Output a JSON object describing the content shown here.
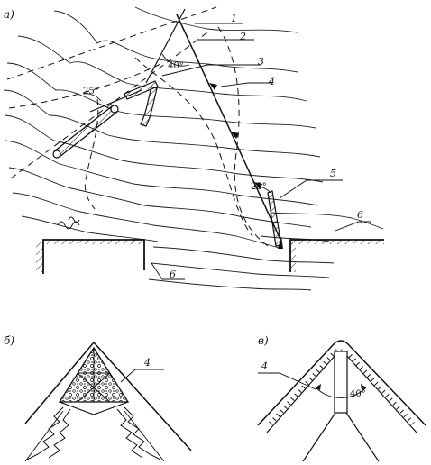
{
  "panels": {
    "a": {
      "label": "а)"
    },
    "b": {
      "label": "б)"
    },
    "c": {
      "label": "в)"
    }
  },
  "callouts": {
    "a": [
      "1",
      "2",
      "3",
      "4",
      "5",
      "6",
      "6"
    ],
    "b": [
      "4"
    ],
    "c": [
      "4"
    ]
  },
  "angles": {
    "a_top": "40°",
    "a_left": "25°",
    "a_right": "25°",
    "c": "40°"
  }
}
